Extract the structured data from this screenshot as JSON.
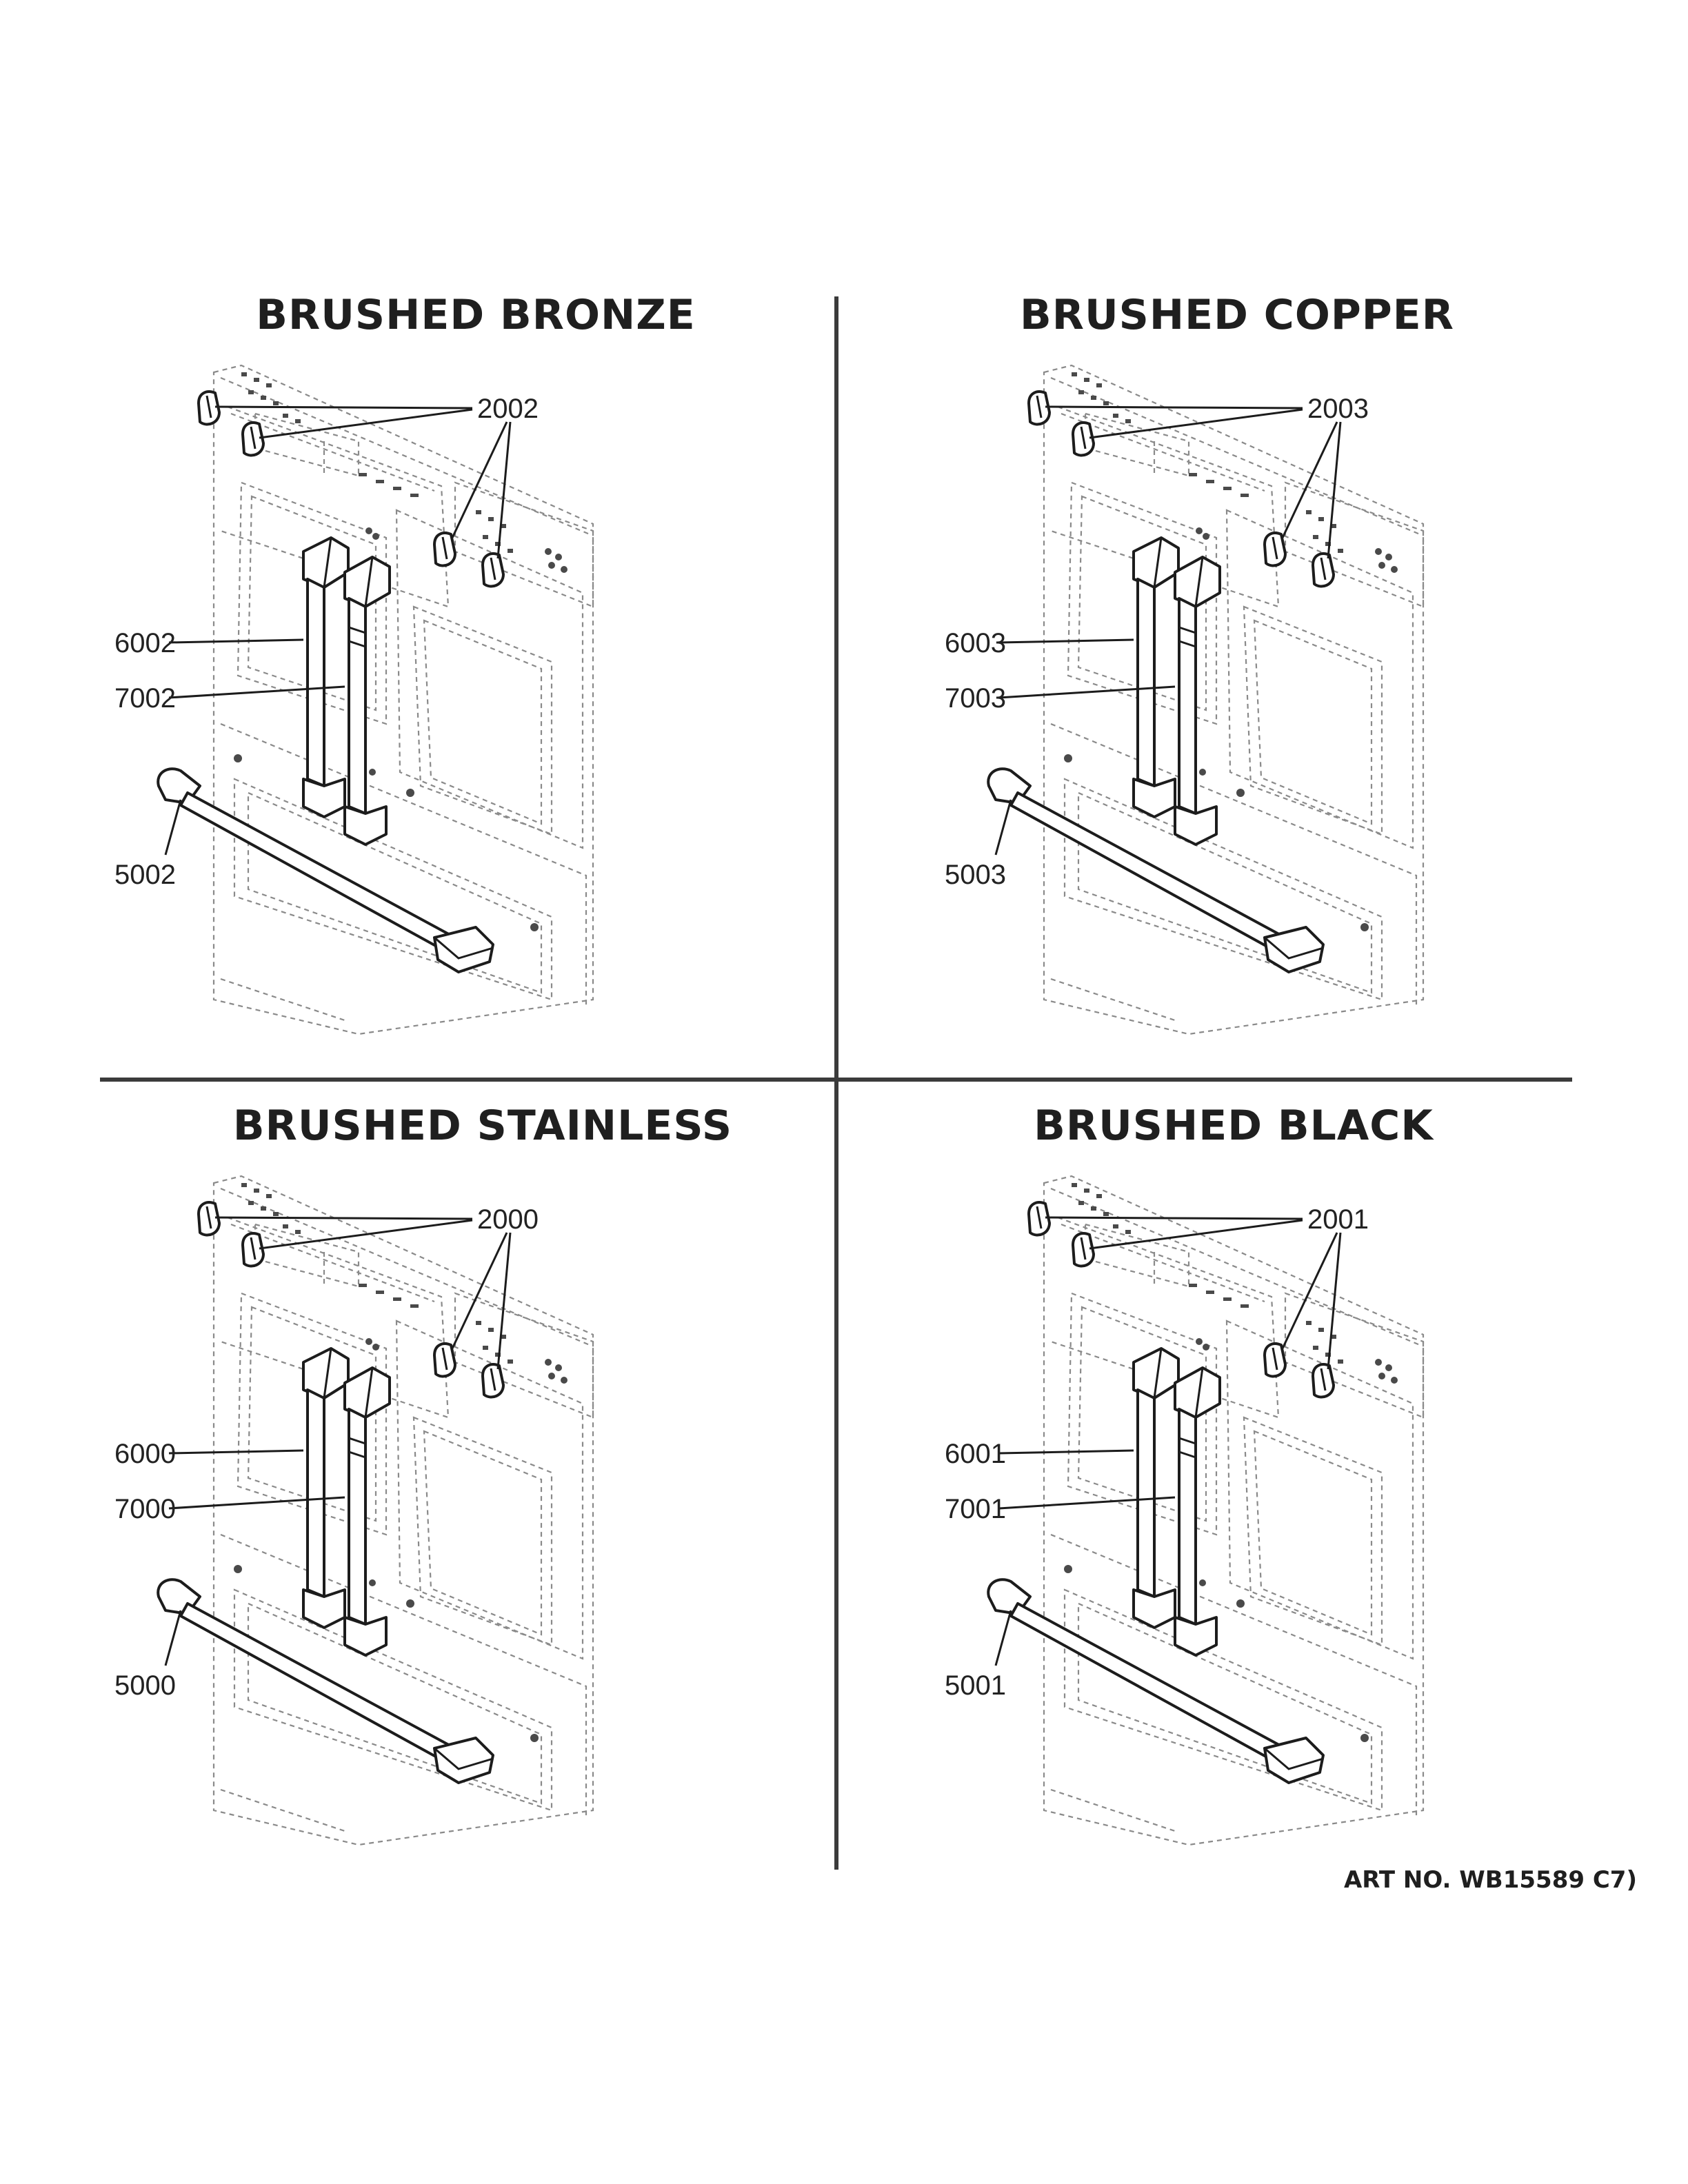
{
  "panels": [
    {
      "title": "BRUSHED BRONZE",
      "knob": "2002",
      "handle_left": "6002",
      "handle_right": "7002",
      "drawer_handle": "5002"
    },
    {
      "title": "BRUSHED COPPER",
      "knob": "2003",
      "handle_left": "6003",
      "handle_right": "7003",
      "drawer_handle": "5003"
    },
    {
      "title": "BRUSHED STAINLESS",
      "knob": "2000",
      "handle_left": "6000",
      "handle_right": "7000",
      "drawer_handle": "5000"
    },
    {
      "title": "BRUSHED BLACK",
      "knob": "2001",
      "handle_left": "6001",
      "handle_right": "7001",
      "drawer_handle": "5001"
    }
  ],
  "art_no": "ART NO. WB15589 C7)"
}
